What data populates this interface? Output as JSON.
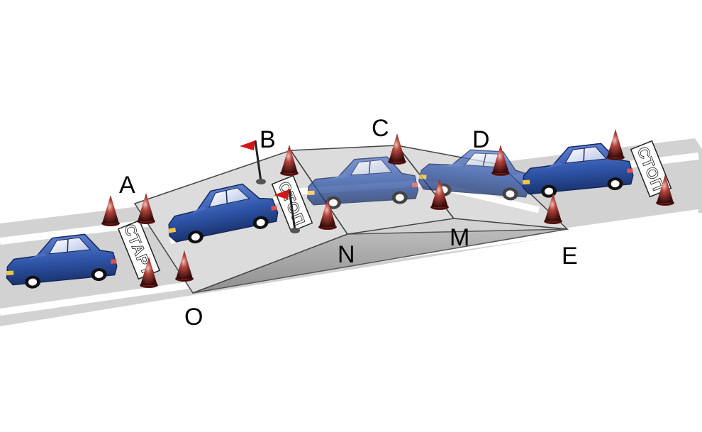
{
  "diagram": {
    "points": {
      "A": "A",
      "B": "B",
      "C": "C",
      "D": "D",
      "E": "E",
      "M": "M",
      "N": "N",
      "O": "O"
    },
    "signs": {
      "start": "СТАРТ",
      "stop_mid": "СТОП",
      "stop_end": "СТОП"
    },
    "colors": {
      "car_body": "#2f55a8",
      "cone": "#8b2a26",
      "flag": "#d01818",
      "road": "#d2d2d2",
      "ramp_side": "#9a9a9a"
    }
  }
}
